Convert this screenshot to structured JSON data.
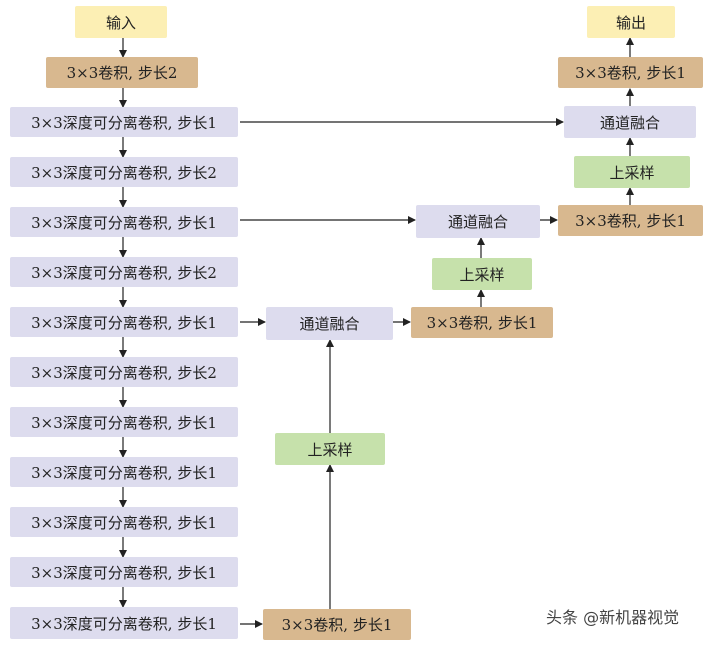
{
  "diagram": {
    "input_label": "输入",
    "output_label": "输出",
    "encoder": {
      "first_conv": "3×3卷积, 步长2",
      "blocks": [
        "3×3深度可分离卷积, 步长1",
        "3×3深度可分离卷积, 步长2",
        "3×3深度可分离卷积, 步长1",
        "3×3深度可分离卷积, 步长2",
        "3×3深度可分离卷积, 步长1",
        "3×3深度可分离卷积, 步长2",
        "3×3深度可分离卷积, 步长1",
        "3×3深度可分离卷积, 步长1",
        "3×3深度可分离卷积, 步长1",
        "3×3深度可分离卷积, 步长1",
        "3×3深度可分离卷积, 步长1"
      ]
    },
    "decoder": {
      "conv_bottom": "3×3卷积, 步长1",
      "upsample_1": "上采样",
      "fuse_1": "通道融合",
      "conv_1": "3×3卷积, 步长1",
      "upsample_2": "上采样",
      "fuse_2": "通道融合",
      "conv_2": "3×3卷积, 步长1",
      "upsample_3": "上采样",
      "fuse_3": "通道融合",
      "conv_out": "3×3卷积, 步长1"
    }
  },
  "watermark": {
    "text": "头条 @新机器视觉"
  },
  "colors": {
    "input_output": "#fcefb4",
    "conv": "#d8b88f",
    "dwconv_fuse": "#dddcee",
    "upsample": "#c6e1ab",
    "arrow": "#222222"
  }
}
